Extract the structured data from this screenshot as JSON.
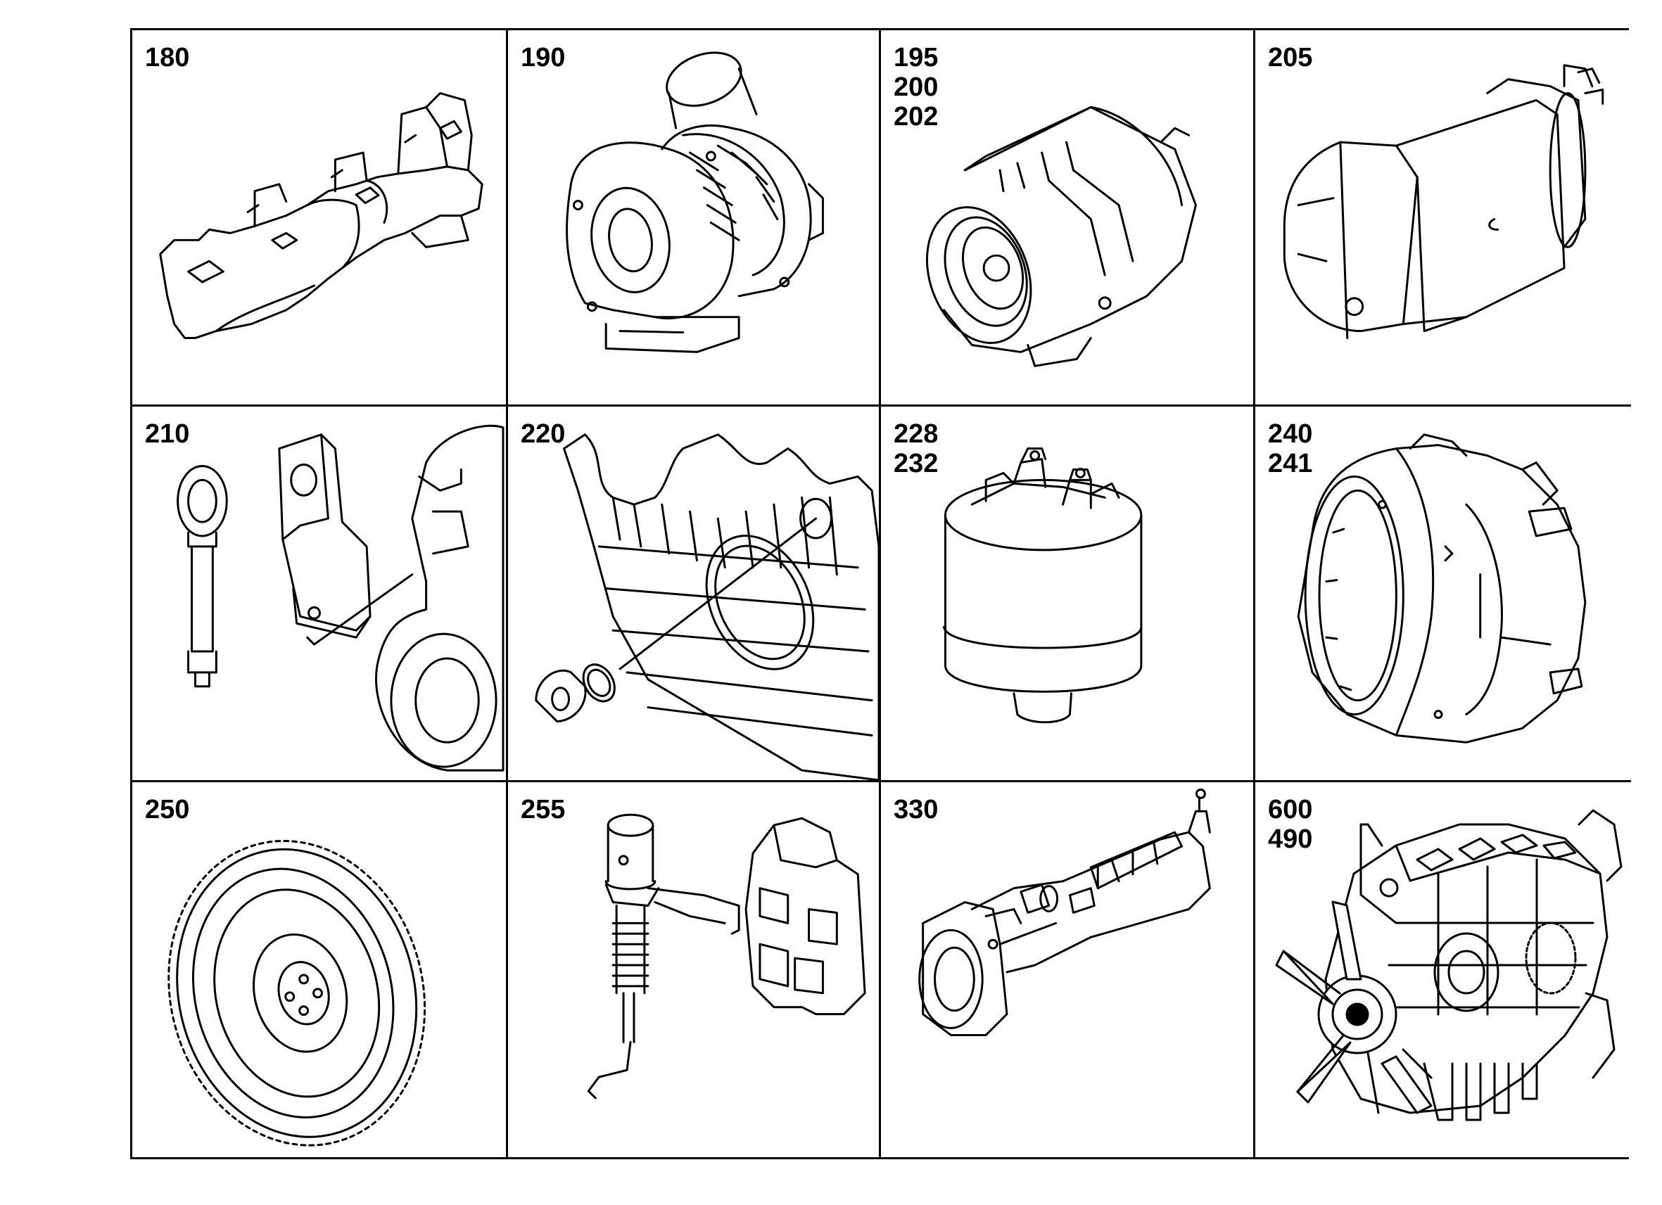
{
  "cells": [
    {
      "numbers": [
        "180"
      ],
      "icon": "exhaust-manifold-icon"
    },
    {
      "numbers": [
        "190"
      ],
      "icon": "turbocharger-icon"
    },
    {
      "numbers": [
        "195",
        "200",
        "202"
      ],
      "icon": "alternator-icon"
    },
    {
      "numbers": [
        "205"
      ],
      "icon": "starter-motor-icon"
    },
    {
      "numbers": [
        "210"
      ],
      "icon": "lifting-eye-bracket-icon"
    },
    {
      "numbers": [
        "220"
      ],
      "icon": "crankshaft-seal-icon"
    },
    {
      "numbers": [
        "228",
        "232"
      ],
      "icon": "solenoid-switch-icon"
    },
    {
      "numbers": [
        "240",
        "241"
      ],
      "icon": "flywheel-housing-icon"
    },
    {
      "numbers": [
        "250"
      ],
      "icon": "flywheel-icon"
    },
    {
      "numbers": [
        "255"
      ],
      "icon": "oil-filter-dipstick-icon"
    },
    {
      "numbers": [
        "330"
      ],
      "icon": "air-compressor-icon"
    },
    {
      "numbers": [
        "600",
        "490"
      ],
      "icon": "engine-assembly-icon"
    }
  ]
}
